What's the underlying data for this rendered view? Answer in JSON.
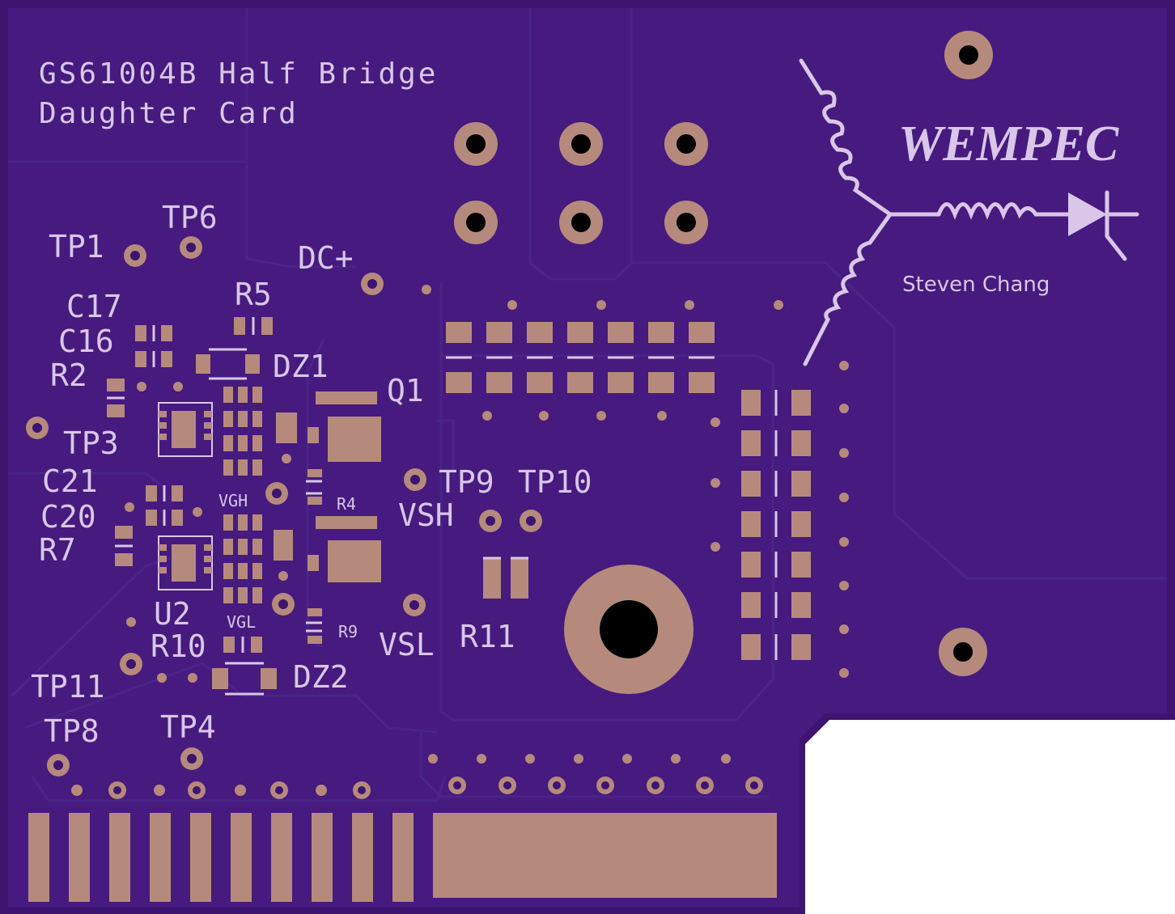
{
  "board": {
    "title_line1": "GS61004B Half Bridge",
    "title_line2": "Daughter Card",
    "logo": "WEMPEC",
    "author": "Steven Chang",
    "colors": {
      "substrate": "#3d1470",
      "copper": "#4a1c82",
      "pad": "#b58a7c",
      "silkscreen": "#d9c6e8"
    }
  },
  "labels": {
    "tp1": "TP1",
    "tp6": "TP6",
    "dcp": "DC+",
    "c17": "C17",
    "c16": "C16",
    "r5": "R5",
    "dz1": "DZ1",
    "r2": "R2",
    "q1": "Q1",
    "tp3": "TP3",
    "c21": "C21",
    "tp9": "TP9",
    "tp10": "TP10",
    "c20": "C20",
    "vgh": "VGH",
    "r4": "R4",
    "vsh": "VSH",
    "r7": "R7",
    "u2": "U2",
    "vgl": "VGL",
    "r9": "R9",
    "vsl": "VSL",
    "r11": "R11",
    "r10": "R10",
    "dz2": "DZ2",
    "tp11": "TP11",
    "tp8": "TP8",
    "tp4": "TP4"
  }
}
